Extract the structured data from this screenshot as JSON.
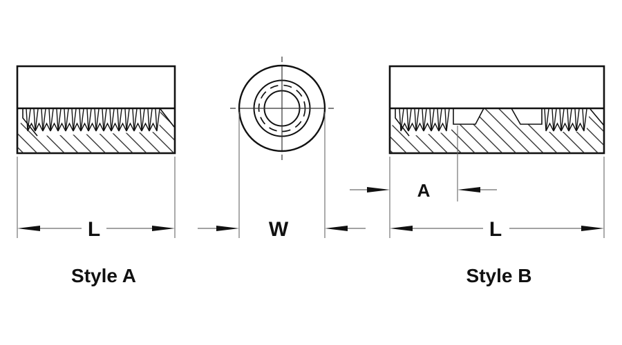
{
  "drawing": {
    "background_color": "#ffffff",
    "line_color": "#111111",
    "thin_line_color": "#555555",
    "views": {
      "style_a": {
        "label": "Style A",
        "description": "side section, threaded full length",
        "length_dim": "L"
      },
      "end_view": {
        "description": "round end view with concentric thread circles",
        "width_dim": "W"
      },
      "style_b": {
        "label": "Style B",
        "description": "side section, threaded from each end",
        "thread_depth_dim": "A",
        "length_dim": "L"
      }
    }
  }
}
